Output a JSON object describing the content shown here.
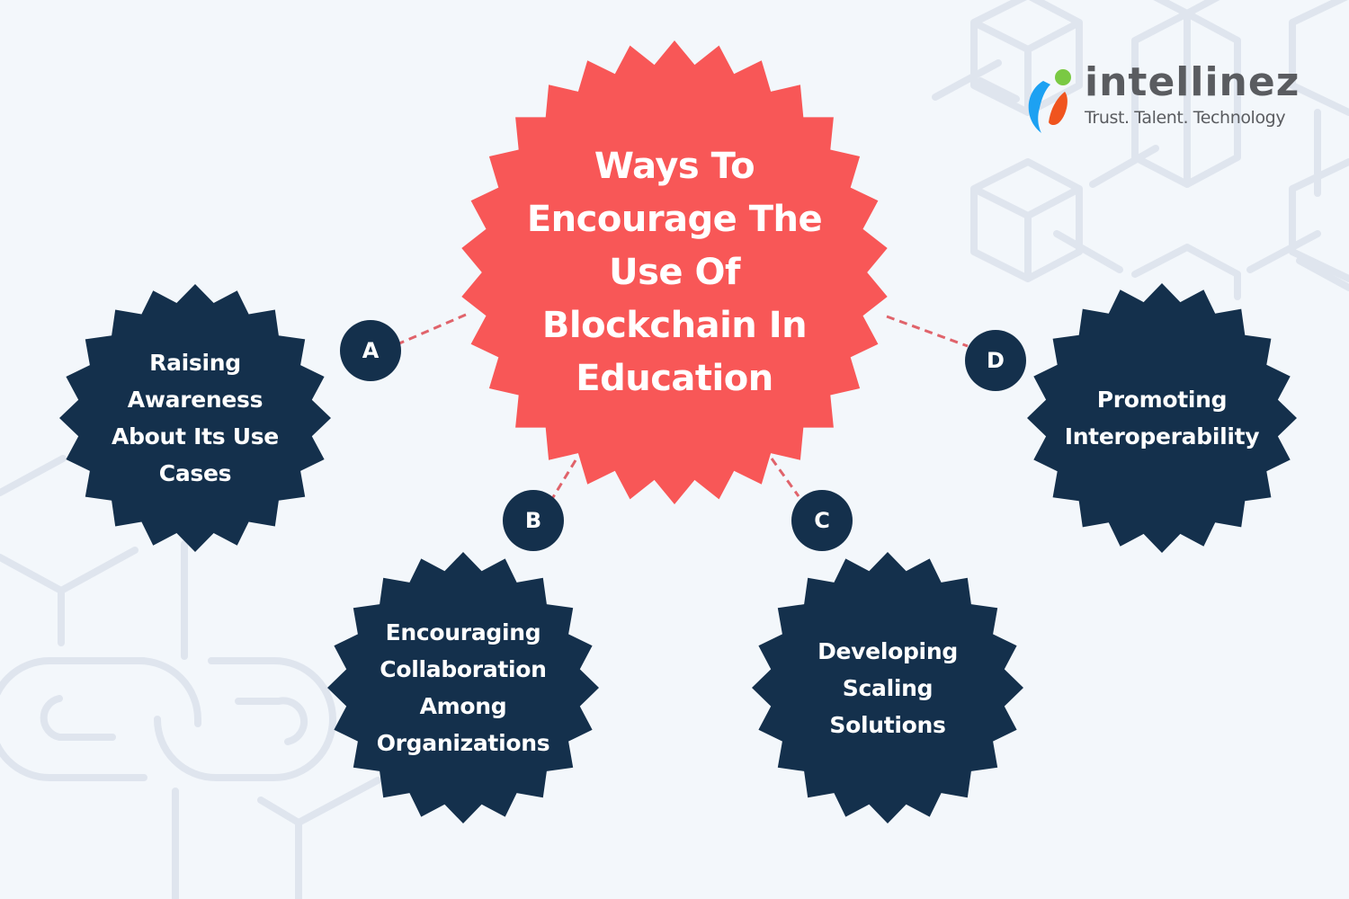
{
  "colors": {
    "background": "#f3f7fb",
    "pattern_stroke": "#dfe5ee",
    "main_burst": "#f85757",
    "node_burst": "#14304c",
    "badge": "#14304c",
    "connector": "#e0636b",
    "text_light": "#ffffff",
    "logo_gray": "#5a5c60",
    "logo_blue": "#1da1f2",
    "logo_orange": "#f0541e",
    "logo_green": "#7ac943"
  },
  "logo": {
    "name": "intellinez",
    "tagline": "Trust. Talent. Technology"
  },
  "main": {
    "title": "Ways To Encourage The Use Of Blockchain In Education",
    "lines": [
      "Ways To",
      "Encourage The",
      "Use Of",
      "Blockchain In",
      "Education"
    ]
  },
  "nodes": [
    {
      "letter": "A",
      "label": "Raising Awareness About Its Use Cases",
      "lines": [
        "Raising",
        "Awareness",
        "About Its Use",
        "Cases"
      ]
    },
    {
      "letter": "B",
      "label": "Encouraging Collaboration Among Organizations",
      "lines": [
        "Encouraging",
        "Collaboration",
        "Among",
        "Organizations"
      ]
    },
    {
      "letter": "C",
      "label": "Developing Scaling Solutions",
      "lines": [
        "Developing",
        "Scaling",
        "Solutions"
      ]
    },
    {
      "letter": "D",
      "label": "Promoting Interoperability",
      "lines": [
        "Promoting",
        "Interoperability"
      ]
    }
  ]
}
